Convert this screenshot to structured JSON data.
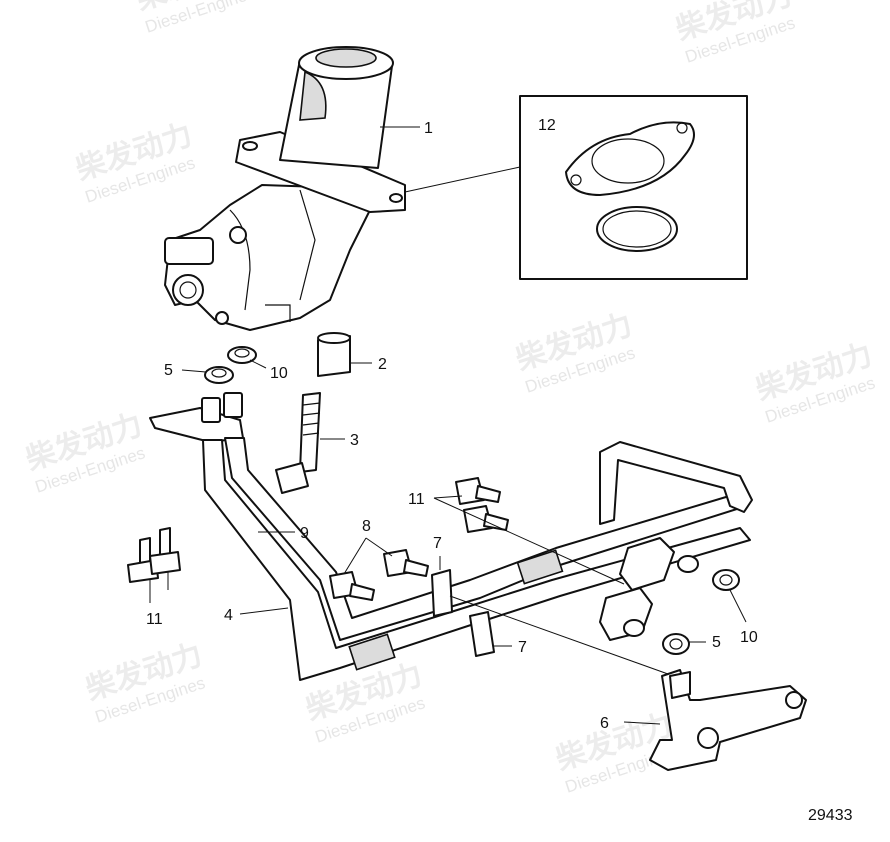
{
  "diagram": {
    "figure_number": "29433",
    "callouts": [
      {
        "id": "c1",
        "text": "1"
      },
      {
        "id": "c2",
        "text": "2"
      },
      {
        "id": "c3",
        "text": "3"
      },
      {
        "id": "c4",
        "text": "4"
      },
      {
        "id": "c5a",
        "text": "5"
      },
      {
        "id": "c5b",
        "text": "5"
      },
      {
        "id": "c6",
        "text": "6"
      },
      {
        "id": "c7a",
        "text": "7"
      },
      {
        "id": "c7b",
        "text": "7"
      },
      {
        "id": "c8",
        "text": "8"
      },
      {
        "id": "c9",
        "text": "9"
      },
      {
        "id": "c10a",
        "text": "10"
      },
      {
        "id": "c10b",
        "text": "10"
      },
      {
        "id": "c11a",
        "text": "11"
      },
      {
        "id": "c11b",
        "text": "11"
      },
      {
        "id": "c12",
        "text": "12"
      }
    ]
  },
  "watermark": {
    "brand_cn": "柴发动力",
    "brand_en": "Diesel-Engines"
  }
}
